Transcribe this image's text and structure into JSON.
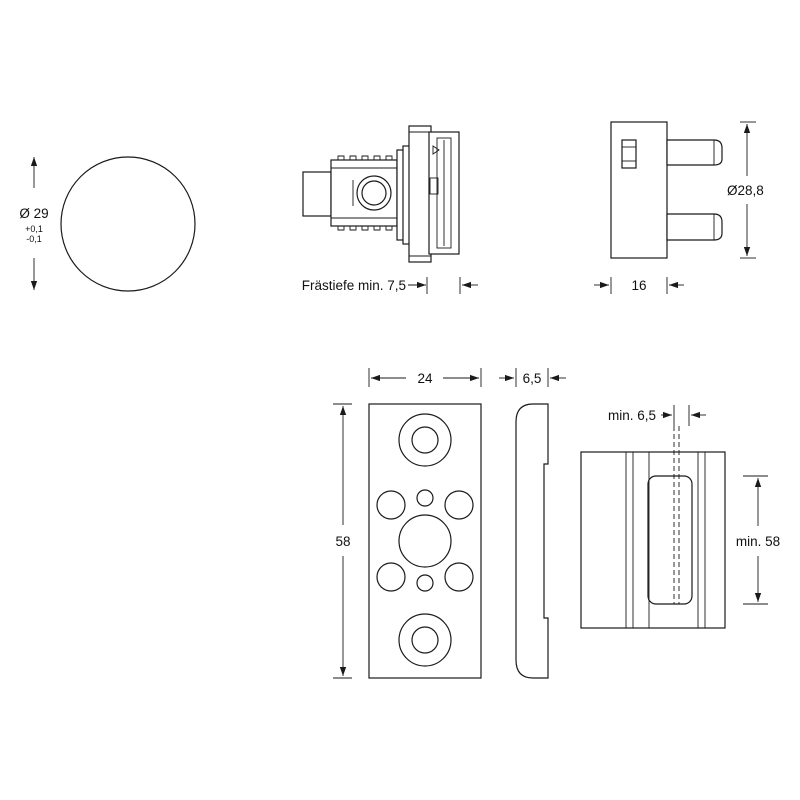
{
  "dimensions": {
    "diameter_29": "Ø 29",
    "tol_plus": "+0,1",
    "tol_minus": "-0,1",
    "milling_depth": "Frästiefe min. 7,5",
    "width_16": "16",
    "diameter_28_8": "Ø28,8",
    "width_24": "24",
    "thickness_6_5": "6,5",
    "height_58": "58",
    "min_6_5": "min. 6,5",
    "min_58": "min. 58"
  }
}
